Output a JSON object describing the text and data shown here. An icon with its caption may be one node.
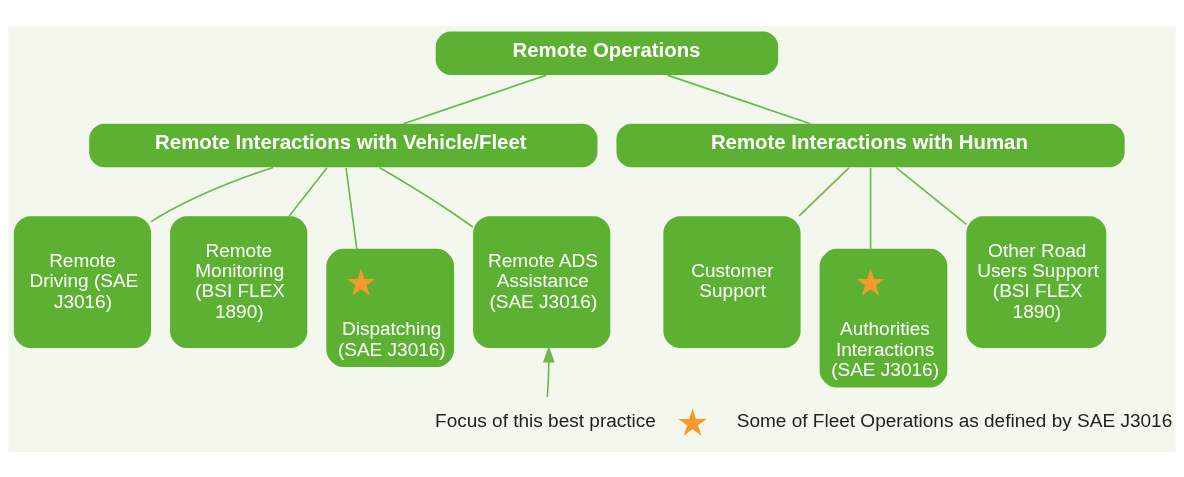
{
  "diagram": {
    "nodes": [
      {
        "text": [
          "Remote Operations"
        ]
      },
      {
        "text": [
          "Remote Interactions with Vehicle/Fleet"
        ]
      },
      {
        "text": [
          "Remote Interactions with Human"
        ]
      },
      {
        "text": [
          "Remote Driving (SAE J3016)"
        ]
      },
      {
        "text": [
          "Remote Monitoring (BSI FLEX 1890)"
        ]
      },
      {
        "text": [
          "Dispatching (SAE J3016)"
        ]
      },
      {
        "text": [],
        "shape": "star",
        "in": 5
      },
      {
        "text": [
          "Remote ADS Assistance (SAE J3016)"
        ]
      },
      {
        "text": [
          "Customer Support"
        ]
      },
      {
        "text": [
          "Authorities Interactions (SAE J3016)"
        ]
      },
      {
        "text": [],
        "shape": "star",
        "in": 9
      },
      {
        "text": [
          "Other Road Users Support (BSI FLEX 1890)"
        ]
      },
      {
        "text": [
          "Focus of this best practice"
        ]
      },
      {
        "text": [],
        "shape": "star"
      }
    ],
    "edges": [
      {
        "from": 0,
        "to": 1,
        "arrow": "none"
      },
      {
        "from": 0,
        "to": 2,
        "arrow": "none"
      },
      {
        "from": 1,
        "to": 3,
        "arrow": "none"
      },
      {
        "from": 1,
        "to": 4,
        "arrow": "none"
      },
      {
        "from": 1,
        "to": 5,
        "arrow": "none"
      },
      {
        "from": 1,
        "to": 7,
        "arrow": "none"
      },
      {
        "from": 2,
        "to": 8,
        "arrow": "none"
      },
      {
        "from": 2,
        "to": 9,
        "arrow": "none"
      },
      {
        "from": 2,
        "to": 11,
        "arrow": "none"
      },
      {
        "from": 12,
        "to": 7,
        "arrow": "to"
      }
    ],
    "legend": [
      {
        "text": "Some of Fleet Operations as defined by SAE J3016"
      }
    ]
  }
}
